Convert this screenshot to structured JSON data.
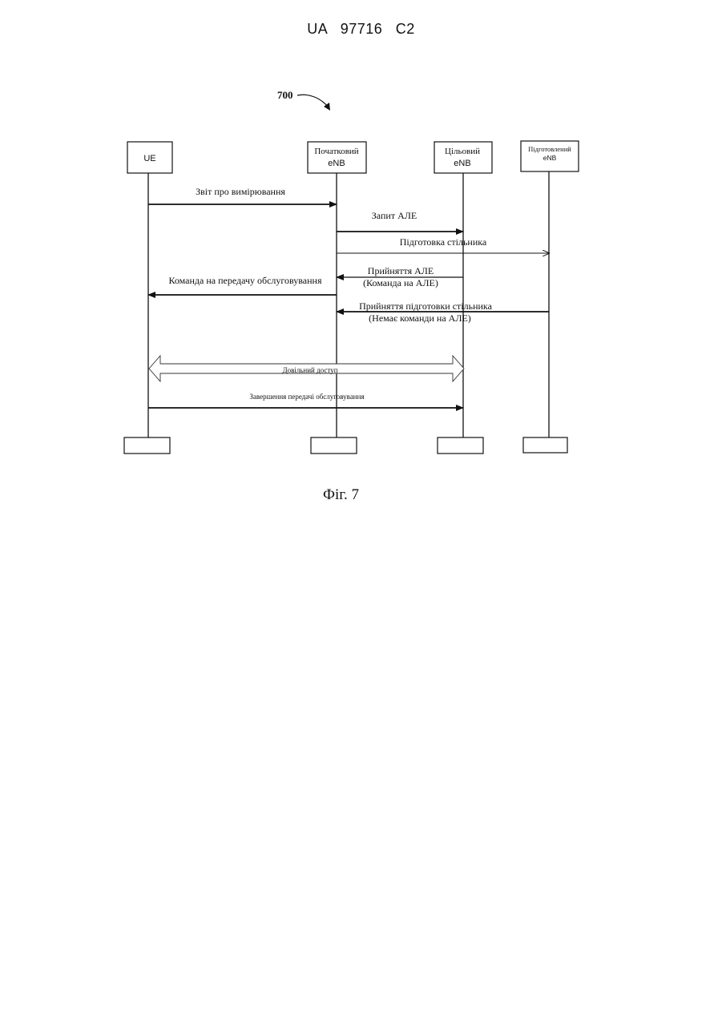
{
  "header": {
    "patent_number": "UA   97716   C2"
  },
  "figure": {
    "reference": "700",
    "caption": "Фіг. 7"
  },
  "entities": {
    "ue": {
      "label": "UE"
    },
    "source": {
      "line1": "Початковий",
      "line2": "eNB"
    },
    "target": {
      "line1": "Цільовий",
      "line2": "eNB"
    },
    "prepared": {
      "line1": "Підготовлений",
      "line2": "eNB"
    }
  },
  "messages": {
    "measurement_report": "Звіт про вимірювання",
    "ho_request": "Запит АЛЕ",
    "cell_preparation": "Підготовка стільника",
    "ho_ack_line1": "Прийняття АЛЕ",
    "ho_ack_line2": "(Команда на АЛЕ)",
    "ho_command": "Команда на передачу обслуговування",
    "cell_prep_ack_line1": "Прийняття підготовки стільника",
    "cell_prep_ack_line2": "(Немає команди на АЛЕ)",
    "random_access": "Довільний доступ",
    "ho_complete": "Завершення передачі обслуговування"
  }
}
